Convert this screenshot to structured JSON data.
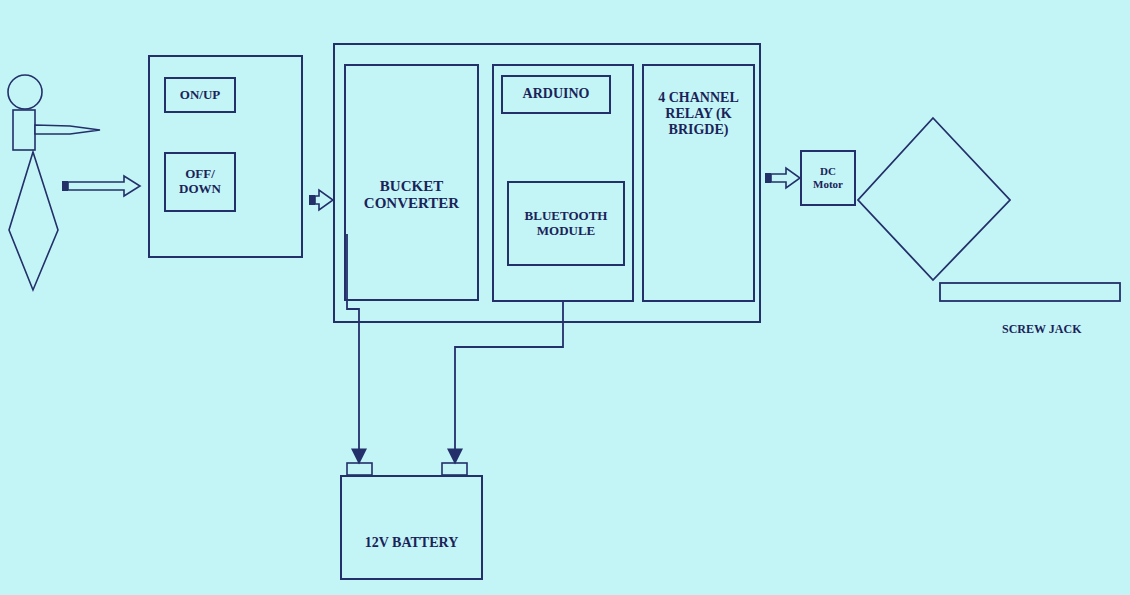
{
  "diagram": {
    "nodes": [
      {
        "text": []
      },
      {
        "text": [
          "ON/UP"
        ],
        "in": 0
      },
      {
        "text": [
          "OFF/ DOWN"
        ],
        "in": 0
      },
      {
        "text": []
      },
      {
        "text": [
          "BUCKET CONVERTER"
        ],
        "in": 3
      },
      {
        "text": [],
        "in": 3
      },
      {
        "text": [
          "ARDUINO"
        ],
        "in": 5
      },
      {
        "text": [
          "BLUETOOTH MODULE"
        ],
        "in": 5
      },
      {
        "text": [
          "4 CHANNEL RELAY (K BRIGDE)"
        ],
        "in": 3
      },
      {
        "text": [
          "DC Motor"
        ]
      },
      {
        "text": [
          "12V BATTERY"
        ]
      }
    ],
    "edges": [
      {
        "from": 0,
        "to": 3,
        "arrow": "to"
      },
      {
        "from": 3,
        "to": 9,
        "arrow": "to"
      },
      {
        "from": 4,
        "to": 10,
        "arrow": "to"
      },
      {
        "from": 5,
        "to": 10,
        "arrow": "to"
      }
    ],
    "labels": [
      "SCREW JACK"
    ]
  }
}
